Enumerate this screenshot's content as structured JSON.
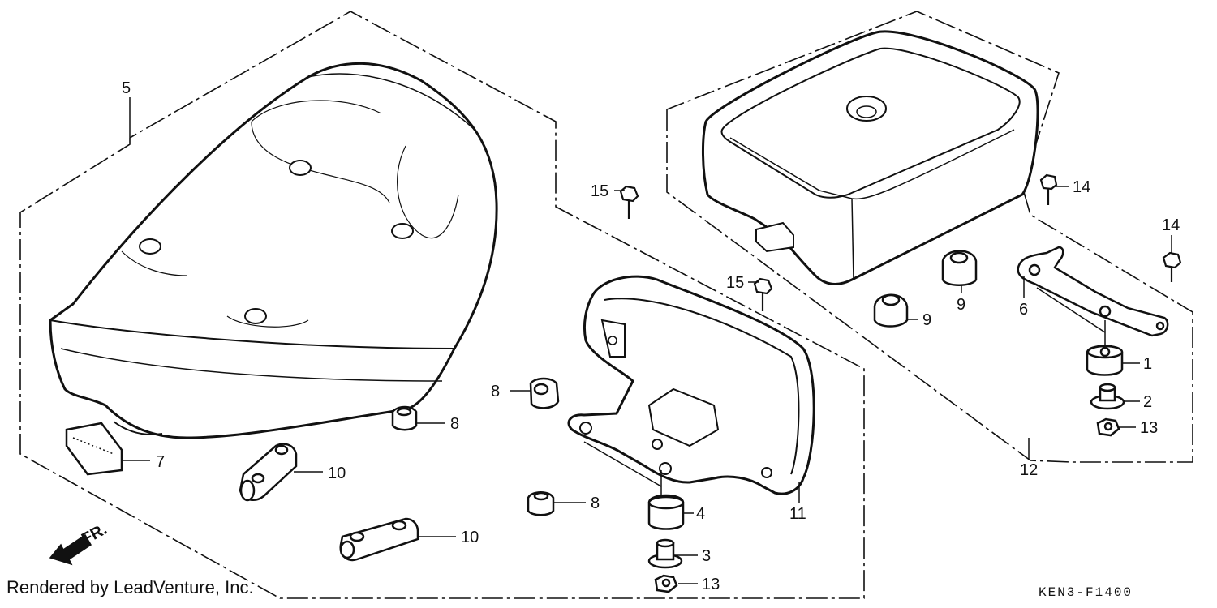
{
  "callouts": {
    "c5": "5",
    "c7": "7",
    "c8a": "8",
    "c8b": "8",
    "c8c": "8",
    "c10a": "10",
    "c10b": "10",
    "c15a": "15",
    "c15b": "15",
    "c11": "11",
    "c4": "4",
    "c3": "3",
    "c13a": "13",
    "c13b": "13",
    "c9a": "9",
    "c9b": "9",
    "c14a": "14",
    "c14b": "14",
    "c6": "6",
    "c1": "1",
    "c2": "2",
    "c12": "12"
  },
  "front_label": "FR.",
  "footer": {
    "credit": "Rendered by LeadVenture, Inc.",
    "code": "KEN3-F1400"
  }
}
